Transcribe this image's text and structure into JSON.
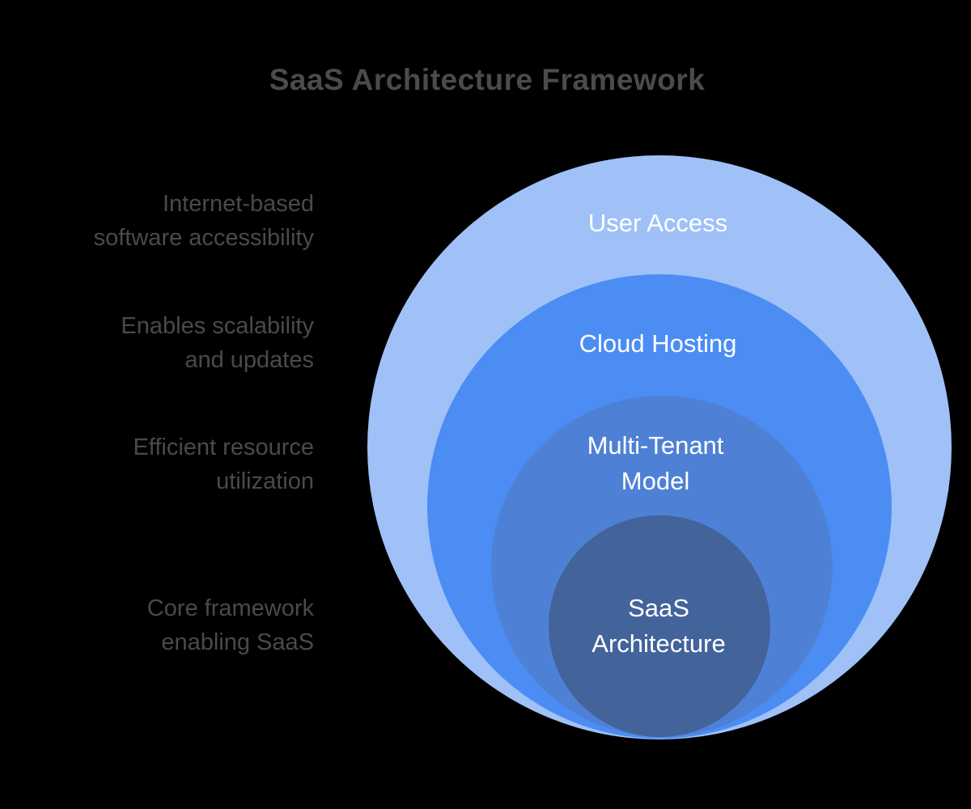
{
  "title": "SaaS Architecture Framework",
  "colors": {
    "background": "#000000",
    "title_text": "#4B4B4B",
    "annotation_text": "#4A4A4A",
    "ring_label_text": "#FFFFFF"
  },
  "diagram": {
    "type": "nested-circles",
    "rings": [
      {
        "label": "User Access",
        "label_lines": [
          "User Access"
        ],
        "color": "#9FC1F8",
        "annotation": "Internet-based software accessibility",
        "annotation_lines": [
          "Internet-based",
          "software accessibility"
        ]
      },
      {
        "label": "Cloud Hosting",
        "label_lines": [
          "Cloud Hosting"
        ],
        "color": "#4C8DF4",
        "annotation": "Enables scalability and updates",
        "annotation_lines": [
          "Enables scalability",
          "and updates"
        ]
      },
      {
        "label": "Multi-Tenant Model",
        "label_lines": [
          "Multi-Tenant",
          "Model"
        ],
        "color": "#4E81D6",
        "annotation": "Efficient resource utilization",
        "annotation_lines": [
          "Efficient resource",
          "utilization"
        ]
      },
      {
        "label": "SaaS Architecture",
        "label_lines": [
          "SaaS",
          "Architecture"
        ],
        "color": "#43639B",
        "annotation": "Core framework enabling SaaS",
        "annotation_lines": [
          "Core framework",
          "enabling SaaS"
        ]
      }
    ]
  }
}
